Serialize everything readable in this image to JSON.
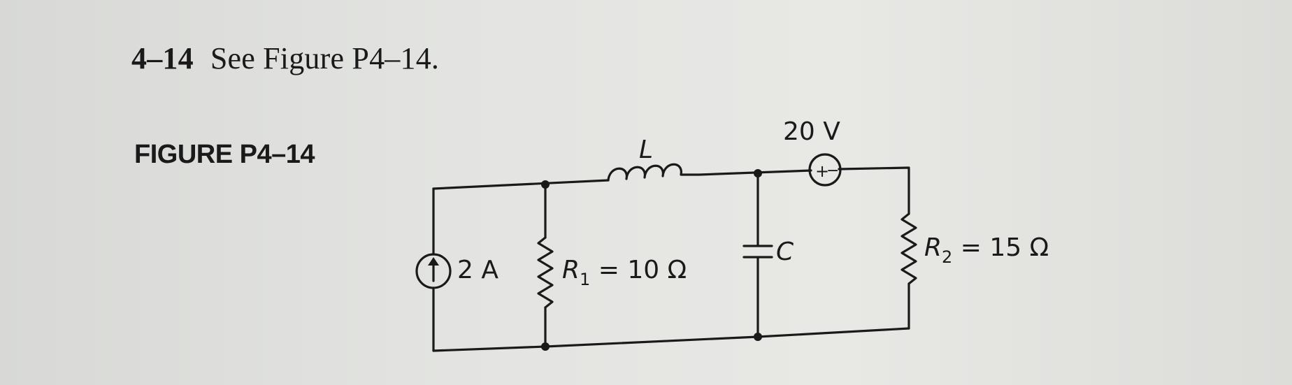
{
  "problem": {
    "number": "4–14",
    "text": "See Figure P4–14."
  },
  "figure": {
    "label": "FIGURE P4–14"
  },
  "circuit": {
    "current_source": {
      "label": "2 A"
    },
    "resistor_1": {
      "symbol": "R",
      "subscript": "1",
      "value": " = 10 Ω"
    },
    "inductor": {
      "label": "L"
    },
    "capacitor": {
      "label": "C"
    },
    "voltage_source": {
      "label": "20 V",
      "plus": "+",
      "minus": "−"
    },
    "resistor_2": {
      "symbol": "R",
      "subscript": "2",
      "value": " = 15 Ω"
    }
  }
}
